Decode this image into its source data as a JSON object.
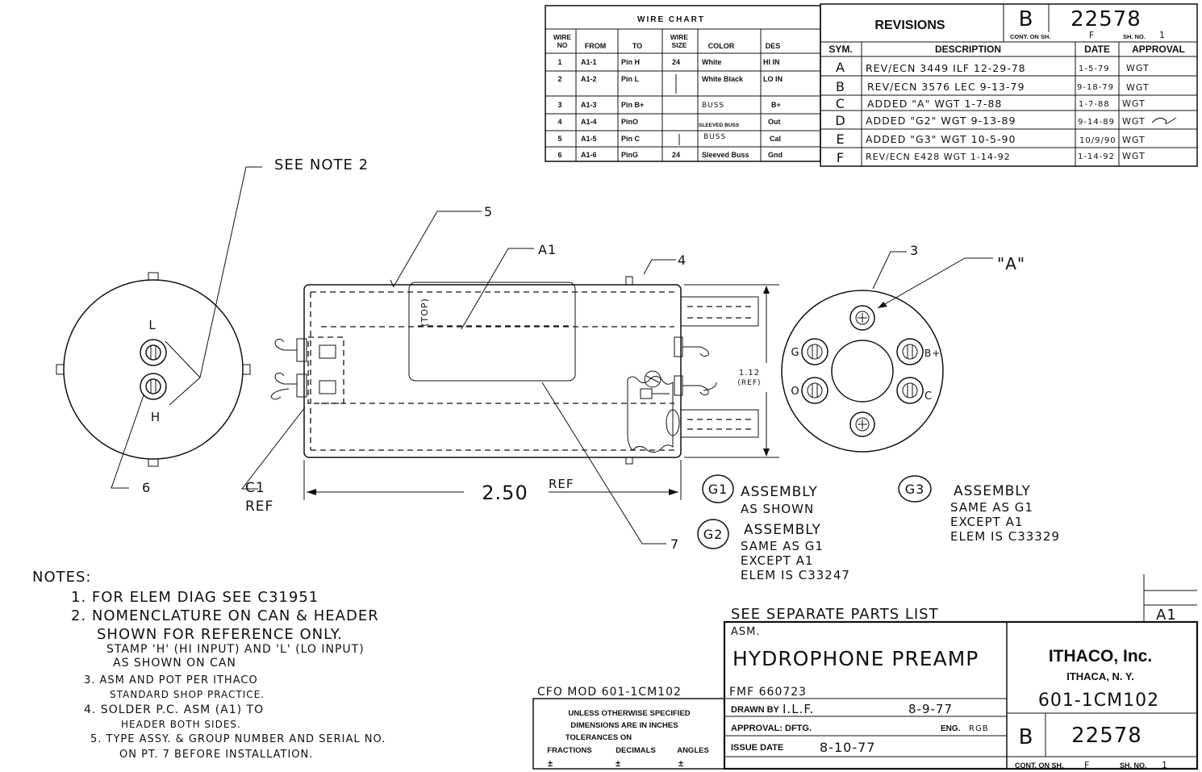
{
  "wire_chart": {
    "title": "WIRE CHART",
    "headers": [
      "WIRE NO",
      "FROM",
      "TO",
      "WIRE SIZE",
      "COLOR",
      "DES"
    ],
    "rows": [
      {
        "no": "1",
        "from": "A1-1",
        "to": "Pin H",
        "size": "24",
        "color": "White",
        "des": "HI IN"
      },
      {
        "no": "2",
        "from": "A1-2",
        "to": "Pin L",
        "size": "",
        "color": "White Black",
        "des": "LO IN"
      },
      {
        "no": "3",
        "from": "A1-3",
        "to": "Pin B+",
        "size": "",
        "color": "BUSS",
        "des": "B+"
      },
      {
        "no": "4",
        "from": "A1-4",
        "to": "PinO",
        "size": "",
        "color": "SLEEVED BUSS",
        "des": "Out"
      },
      {
        "no": "5",
        "from": "A1-5",
        "to": "Pin C",
        "size": "",
        "color": "BUSS",
        "des": "Cal"
      },
      {
        "no": "6",
        "from": "A1-6",
        "to": "PinG",
        "size": "24",
        "color": "Sleeved Buss",
        "des": "Gnd"
      }
    ]
  },
  "revisions": {
    "title": "REVISIONS",
    "dwg_letter": "B",
    "dwg_number": "22578",
    "cont_on_sh_label": "CONT. ON SH.",
    "cont_on_sh_value": "F",
    "sh_no_label": "SH. NO.",
    "sh_no_value": "1",
    "headers": [
      "SYM.",
      "DESCRIPTION",
      "DATE",
      "APPROVAL"
    ],
    "rows": [
      {
        "sym": "A",
        "desc": "REV/ECN 3449 ILF 12-29-78",
        "date": "1-5-79",
        "approval": "WGT"
      },
      {
        "sym": "B",
        "desc": "REV/ECN 3576 LEC 9-13-79",
        "date": "9-18-79",
        "approval": "WGT"
      },
      {
        "sym": "C",
        "desc": "ADDED \"A\" WGT 1-7-88",
        "date": "1-7-88",
        "approval": "WGT"
      },
      {
        "sym": "D",
        "desc": "ADDED \"G2\" WGT 9-13-89",
        "date": "9-14-89",
        "approval": "WGT"
      },
      {
        "sym": "E",
        "desc": "ADDED \"G3\" WGT 10-5-90",
        "date": "10/9/90",
        "approval": "WGT"
      },
      {
        "sym": "F",
        "desc": "REV/ECN E428 WGT 1-14-92",
        "date": "1-14-92",
        "approval": "WGT"
      }
    ]
  },
  "callouts": {
    "see_note": "SEE NOTE 2",
    "c5": "5",
    "a1": "A1",
    "c4": "4",
    "c3": "3",
    "a_mark": "\"A\"",
    "top": "(TOP)",
    "dim_112": "1.12",
    "dim_ref": "(REF)",
    "dim_250": "2.50",
    "dim_250_ref": "REF",
    "c6": "6",
    "c1": "C1",
    "c1_ref": "REF",
    "c7": "7",
    "pin_l": "L",
    "pin_h": "H",
    "pin_g": "G",
    "pin_o": "O",
    "pin_bplus": "B+",
    "pin_c": "C"
  },
  "groups": {
    "g1": {
      "tag": "G1",
      "lines": [
        "ASSEMBLY",
        "AS SHOWN"
      ]
    },
    "g2": {
      "tag": "G2",
      "lines": [
        "ASSEMBLY",
        "SAME AS G1",
        "EXCEPT A1",
        "ELEM IS C33247"
      ]
    },
    "g3": {
      "tag": "G3",
      "lines": [
        "ASSEMBLY",
        "SAME AS G1",
        "EXCEPT A1",
        "ELEM IS C33329"
      ]
    }
  },
  "notes": {
    "title": "NOTES:",
    "items": [
      "1. FOR ELEM DIAG SEE C31951",
      "2. NOMENCLATURE ON CAN & HEADER",
      "SHOWN FOR REFERENCE ONLY.",
      "STAMP 'H' (HI INPUT) AND 'L' (LO INPUT)",
      "AS SHOWN ON CAN",
      "3. ASM AND POT PER ITHACO",
      "STANDARD SHOP PRACTICE.",
      "4. SOLDER P.C. ASM (A1) TO",
      "HEADER BOTH SIDES.",
      "5. TYPE ASSY. & GROUP NUMBER AND SERIAL NO.",
      "ON PT. 7 BEFORE INSTALLATION."
    ]
  },
  "title_block": {
    "parts_list": "SEE SEPARATE PARTS LIST",
    "a1_box": "A1",
    "asm_label": "ASM.",
    "title": "HYDROPHONE PREAMP",
    "cfo": "CFO MOD 601-1CM102",
    "fmf": "FMF 660723",
    "tolerance_lines": [
      "UNLESS OTHERWISE SPECIFIED",
      "DIMENSIONS ARE IN INCHES",
      "TOLERANCES ON"
    ],
    "tolerance_cols": [
      "FRACTIONS",
      "DECIMALS",
      "ANGLES"
    ],
    "tolerance_pm": "±",
    "drawn_by_label": "DRAWN BY",
    "drawn_by": "I.L.F.",
    "drawn_date": "8-9-77",
    "approval_label": "APPROVAL: DFTG.",
    "eng_label": "ENG.",
    "eng_value": "RGB",
    "issue_label": "ISSUE DATE",
    "issue_date": "8-10-77",
    "company": "ITHACO, Inc.",
    "city": "ITHACA, N. Y.",
    "model": "601-1CM102",
    "dwg_letter": "B",
    "dwg_number": "22578",
    "cont_label": "CONT. ON SH.",
    "cont_value": "F",
    "sh_label": "SH. NO.",
    "sh_value": "1"
  }
}
